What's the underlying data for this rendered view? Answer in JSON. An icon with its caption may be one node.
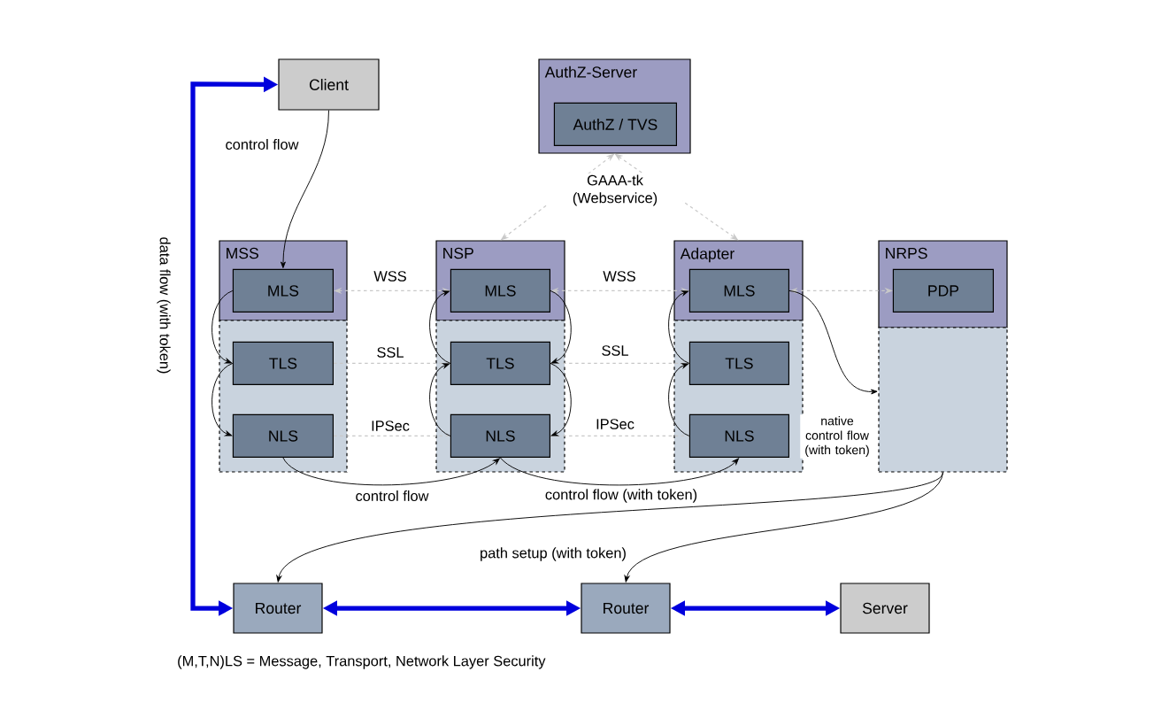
{
  "diagram": {
    "nodes": [
      {
        "text": [
          "Client"
        ]
      },
      {
        "text": [
          "AuthZ-Server"
        ]
      },
      {
        "text": [
          "AuthZ / TVS"
        ],
        "in": 1
      },
      {
        "text": [
          "MSS"
        ]
      },
      {
        "text": [
          "MLS"
        ],
        "in": 3
      },
      {
        "text": [],
        "shape": "box"
      },
      {
        "text": [
          "TLS"
        ],
        "in": 5
      },
      {
        "text": [
          "NLS"
        ],
        "in": 5
      },
      {
        "text": [
          "NSP"
        ]
      },
      {
        "text": [
          "MLS"
        ],
        "in": 8
      },
      {
        "text": [],
        "shape": "box"
      },
      {
        "text": [
          "TLS"
        ],
        "in": 10
      },
      {
        "text": [
          "NLS"
        ],
        "in": 10
      },
      {
        "text": [
          "Adapter"
        ]
      },
      {
        "text": [
          "MLS"
        ],
        "in": 13
      },
      {
        "text": [],
        "shape": "box"
      },
      {
        "text": [
          "TLS"
        ],
        "in": 15
      },
      {
        "text": [
          "NLS"
        ],
        "in": 15
      },
      {
        "text": [
          "NRPS"
        ]
      },
      {
        "text": [
          "PDP"
        ],
        "in": 18
      },
      {
        "text": [],
        "shape": "box"
      },
      {
        "text": [
          "Router"
        ]
      },
      {
        "text": [
          "Router"
        ]
      },
      {
        "text": [
          "Server"
        ]
      }
    ],
    "edges": [
      {
        "from": 21,
        "to": 0,
        "arrow": "both",
        "label": "data flow (with token)",
        "style": "thick",
        "color": "#0000dd"
      },
      {
        "from": 0,
        "to": 4,
        "arrow": "to",
        "label": "control flow"
      },
      {
        "from": 1,
        "to": 8,
        "arrow": "both",
        "label": "GAAA-tk (Webservice)",
        "style": "dashed",
        "color": "#c8c8c8"
      },
      {
        "from": 1,
        "to": 13,
        "arrow": "both",
        "style": "dashed",
        "color": "#c8c8c8"
      },
      {
        "from": 4,
        "to": 9,
        "arrow": "both",
        "label": "WSS",
        "style": "dashed",
        "color": "#c8c8c8"
      },
      {
        "from": 9,
        "to": 14,
        "arrow": "both",
        "label": "WSS",
        "style": "dashed",
        "color": "#c8c8c8"
      },
      {
        "from": 14,
        "to": 19,
        "arrow": "both",
        "style": "dashed",
        "color": "#c8c8c8"
      },
      {
        "from": 6,
        "to": 11,
        "arrow": "none",
        "label": "SSL",
        "style": "dashed",
        "color": "#c8c8c8"
      },
      {
        "from": 11,
        "to": 16,
        "arrow": "none",
        "label": "SSL",
        "style": "dashed",
        "color": "#c8c8c8"
      },
      {
        "from": 7,
        "to": 12,
        "arrow": "none",
        "label": "IPSec",
        "style": "dashed",
        "color": "#c8c8c8"
      },
      {
        "from": 12,
        "to": 17,
        "arrow": "none",
        "label": "IPSec",
        "style": "dashed",
        "color": "#c8c8c8"
      },
      {
        "from": 4,
        "to": 6,
        "arrow": "to"
      },
      {
        "from": 6,
        "to": 7,
        "arrow": "to"
      },
      {
        "from": 12,
        "to": 11,
        "arrow": "to"
      },
      {
        "from": 11,
        "to": 9,
        "arrow": "to"
      },
      {
        "from": 9,
        "to": 11,
        "arrow": "to"
      },
      {
        "from": 11,
        "to": 12,
        "arrow": "to"
      },
      {
        "from": 17,
        "to": 16,
        "arrow": "to"
      },
      {
        "from": 16,
        "to": 14,
        "arrow": "to"
      },
      {
        "from": 7,
        "to": 12,
        "arrow": "to",
        "label": "control flow"
      },
      {
        "from": 12,
        "to": 17,
        "arrow": "to",
        "label": "control flow (with token)"
      },
      {
        "from": 14,
        "to": 20,
        "arrow": "to",
        "label": "native control flow (with token)"
      },
      {
        "from": 20,
        "to": 21,
        "arrow": "to"
      },
      {
        "from": 20,
        "to": 22,
        "arrow": "to",
        "label": "path setup (with token)"
      },
      {
        "from": 21,
        "to": 22,
        "arrow": "both",
        "style": "thick",
        "color": "#0000dd"
      },
      {
        "from": 22,
        "to": 23,
        "arrow": "both",
        "style": "thick",
        "color": "#0000dd"
      }
    ],
    "labels": [
      "(M,T,N)LS = Message, Transport, Network Layer Security"
    ]
  }
}
